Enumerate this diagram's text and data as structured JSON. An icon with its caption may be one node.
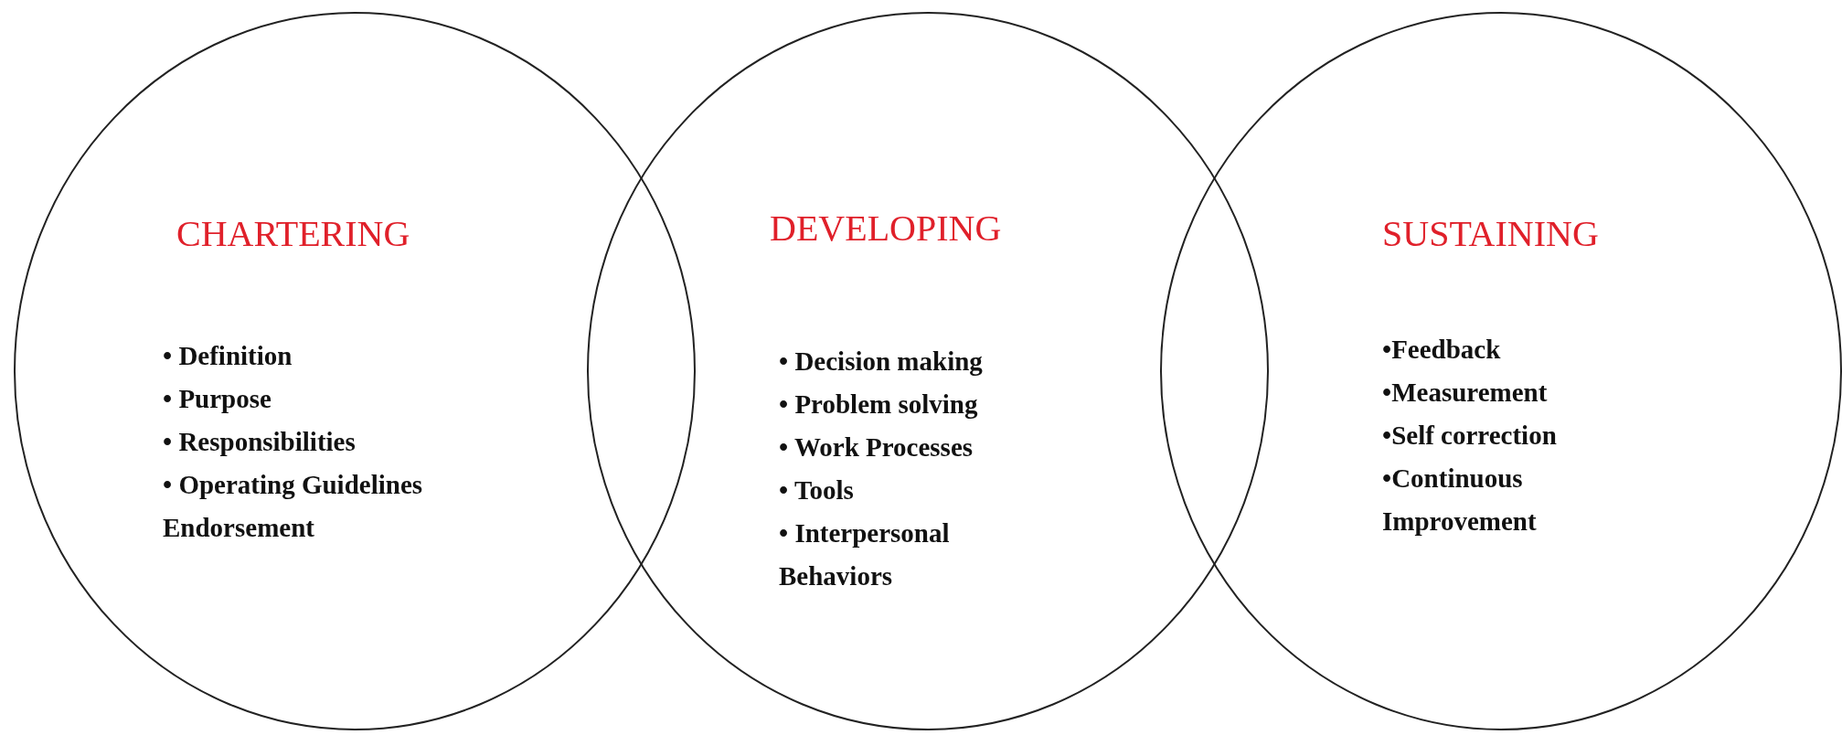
{
  "diagram": {
    "nodes": [
      {
        "text": [
          "CHARTERING",
          "• Definition",
          "• Purpose",
          "• Responsibilities",
          "• Operating Guidelines",
          "Endorsement"
        ]
      },
      {
        "text": [
          "DEVELOPING",
          "• Decision making",
          "• Problem solving",
          "• Work Processes",
          "• Tools",
          "• Interpersonal Behaviors"
        ]
      },
      {
        "text": [
          "SUSTAINING",
          "•Feedback",
          "•Measurement",
          "•Self correction",
          "•Continuous Improvement"
        ]
      }
    ]
  }
}
